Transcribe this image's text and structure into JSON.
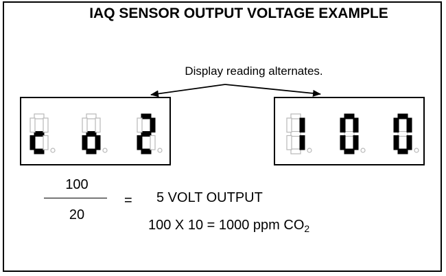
{
  "title": "IAQ SENSOR OUTPUT VOLTAGE EXAMPLE",
  "caption": "Display reading alternates.",
  "left_display": {
    "chars": [
      "c",
      "o",
      "2"
    ]
  },
  "right_display": {
    "chars": [
      "1",
      "0",
      "0"
    ]
  },
  "fraction": {
    "numerator": "100",
    "denominator": "20"
  },
  "equals": "=",
  "output_text": "5 VOLT OUTPUT",
  "ppm": {
    "text": "100 X 10 = 1000 ppm CO",
    "subscript": "2"
  },
  "colors": {
    "segment_on": "#000000",
    "segment_off": "#b8b8b8",
    "stroke": "#000000"
  }
}
